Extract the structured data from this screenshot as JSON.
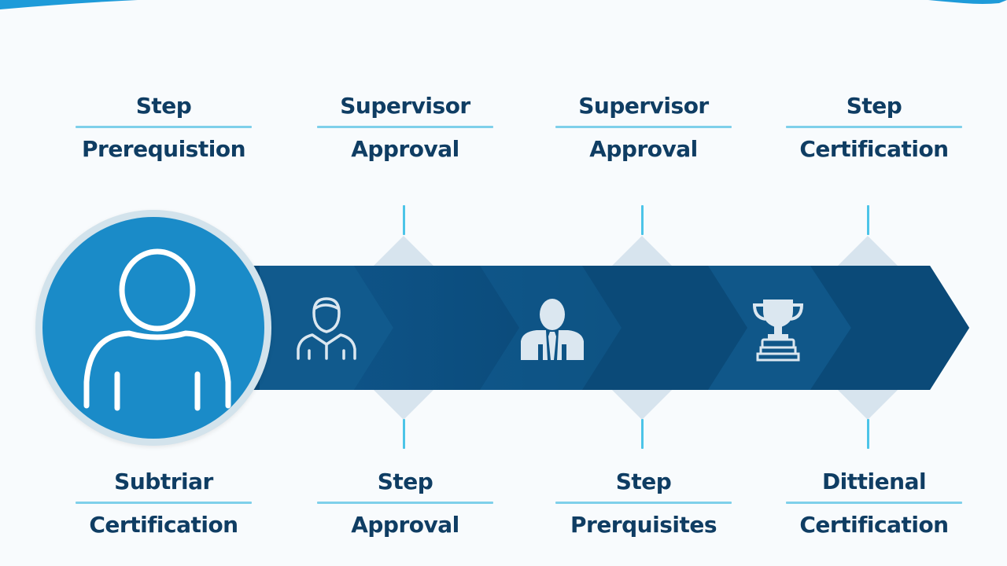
{
  "diagram": {
    "type": "process-flow",
    "colors": {
      "background": "#f8fbfd",
      "band_dark": "#0b4a78",
      "band_mid": "#135d90",
      "circle_fill": "#1a8bc8",
      "circle_border": "#d3e3ec",
      "label_text": "#0f3d63",
      "divider": "#7fd0ea",
      "tick": "#4cc4e8",
      "icon": "#dbe7f0"
    },
    "start_icon": "user-outline-icon",
    "stage_icons": [
      "employee-outline-icon",
      "supervisor-tie-icon",
      "trophy-icon"
    ],
    "top_labels": [
      {
        "top": "Step",
        "bottom": "Prerequistion"
      },
      {
        "top": "Supervisor",
        "bottom": "Approval"
      },
      {
        "top": "Supervisor",
        "bottom": "Approval"
      },
      {
        "top": "Step",
        "bottom": "Certification"
      }
    ],
    "bottom_labels": [
      {
        "top": "Subtriar",
        "bottom": "Certification"
      },
      {
        "top": "Step",
        "bottom": "Approval"
      },
      {
        "top": "Step",
        "bottom": "Prerquisites"
      },
      {
        "top": "Dittienal",
        "bottom": "Certification"
      }
    ]
  }
}
